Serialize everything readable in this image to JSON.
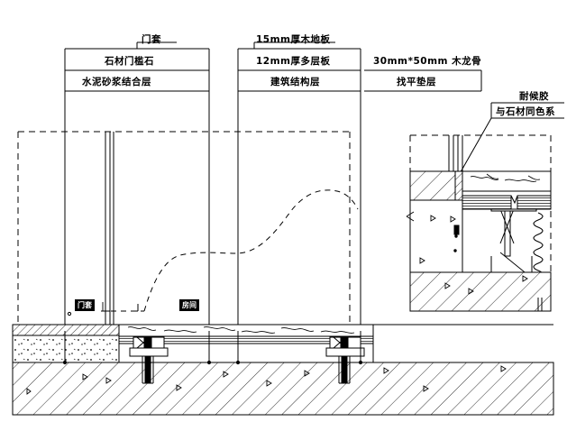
{
  "drawing": {
    "title_hidden": "",
    "type": "architectural-section-detail",
    "line_color": "#000000",
    "background": "#ffffff"
  },
  "callouts": {
    "column_left": [
      {
        "id": "men-tao",
        "text": "门套"
      },
      {
        "id": "shicai-menkanshi",
        "text": "石材门槛石"
      },
      {
        "id": "shuini-shajiang",
        "text": "水泥砂浆结合层"
      }
    ],
    "column_middle": [
      {
        "id": "mu-diban",
        "text": "15mm厚木地板"
      },
      {
        "id": "duocengban",
        "text": "12mm厚多层板"
      },
      {
        "id": "jiegouceng",
        "text": "建筑结构层"
      }
    ],
    "column_right": [
      {
        "id": "mu-longgu",
        "text": "30mm*50mm 木龙骨"
      },
      {
        "id": "zhaoping-dianceng",
        "text": "找平垫层"
      }
    ],
    "column_far_right": [
      {
        "id": "naihoujiao",
        "text": "耐候胶"
      },
      {
        "id": "yu-shicai-tongse",
        "text": "与石材同色系"
      }
    ]
  },
  "inline_tags": [
    {
      "id": "tag-men-tao",
      "text": "门套"
    },
    {
      "id": "tag-fang-jian",
      "text": "房间"
    }
  ]
}
